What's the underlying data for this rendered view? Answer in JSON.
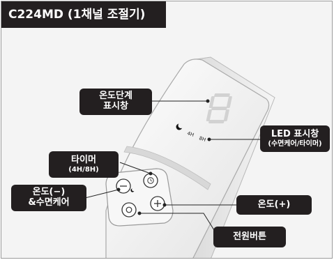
{
  "title": "C224MD (1채널 조절기)",
  "device": {
    "display_digit": "8",
    "indicator_4h": "4H",
    "indicator_8h": "8H"
  },
  "callouts": {
    "temp_level_display": {
      "line1": "온도단계",
      "line2": "표시창"
    },
    "led_display": {
      "line1": "LED 표시창",
      "line2": "(수면케어/타이머)"
    },
    "timer": {
      "line1": "타이머",
      "line2": "(4H/8H)"
    },
    "temp_down": {
      "line1": "온도(−)",
      "line2": "&수면케어"
    },
    "temp_up": {
      "line1": "온도(+)"
    },
    "power": {
      "line1": "전원버튼"
    }
  },
  "colors": {
    "callout_bg": "#231f20",
    "callout_text": "#ffffff",
    "device_body": "#e9e9e9",
    "display_segment": "#cfcfcf"
  }
}
